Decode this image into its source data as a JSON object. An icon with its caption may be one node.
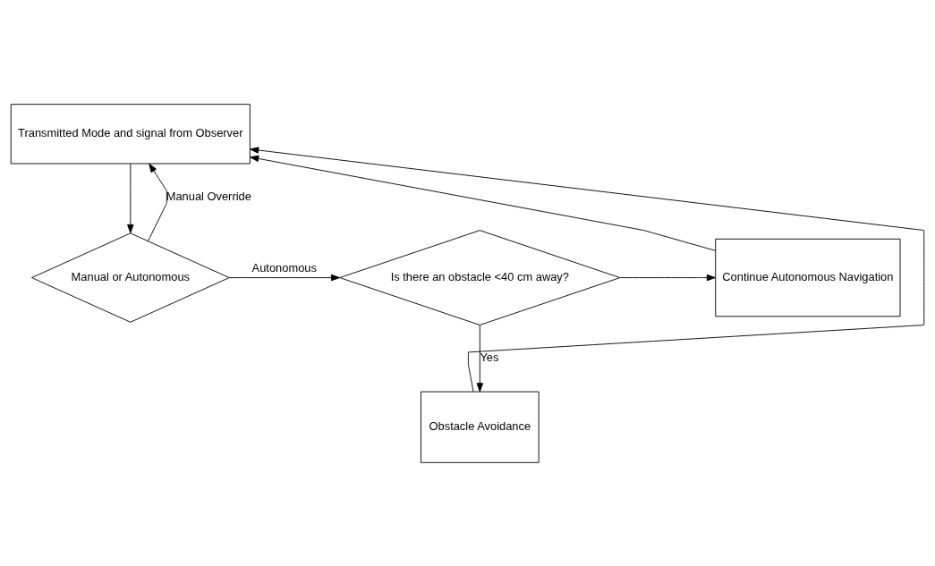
{
  "diagram": {
    "nodes": [
      {
        "text": [
          "Transmitted Mode and signal from Observer"
        ]
      },
      {
        "text": [
          "Manual or Autonomous"
        ]
      },
      {
        "text": [
          "Is there an obstacle <40 cm away?"
        ]
      },
      {
        "text": [
          "Continue Autonomous Navigation"
        ]
      },
      {
        "text": [
          "Obstacle Avoidance"
        ]
      }
    ],
    "edges": [
      {
        "from": 0,
        "to": 1,
        "arrow": "to"
      },
      {
        "from": 1,
        "to": 0,
        "arrow": "to",
        "label": "Manual Override"
      },
      {
        "from": 1,
        "to": 2,
        "arrow": "to",
        "label": "Autonomous"
      },
      {
        "from": 2,
        "to": 3,
        "arrow": "to"
      },
      {
        "from": 2,
        "to": 4,
        "arrow": "to",
        "label": "Yes"
      },
      {
        "from": 3,
        "to": 0,
        "arrow": "to"
      },
      {
        "from": 4,
        "to": 0,
        "arrow": "to"
      }
    ]
  }
}
